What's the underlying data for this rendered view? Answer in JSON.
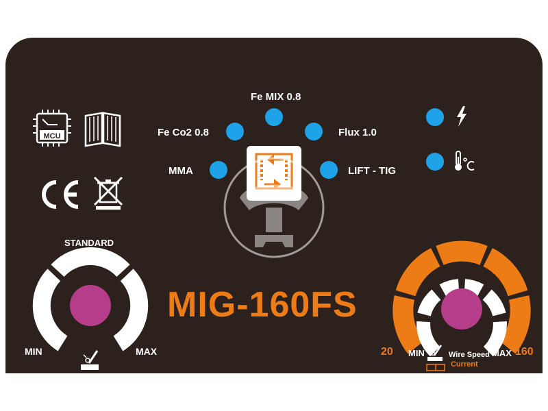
{
  "panel": {
    "model": "MIG-160FS",
    "modes": {
      "fe_mix": "Fe MIX 0.8",
      "fe_co2": "Fe Co2 0.8",
      "flux": "Flux 1.0",
      "mma": "MMA",
      "lift_tig": "LIFT - TIG"
    },
    "mcu_label": "MCU",
    "left_knob": {
      "top_label": "STANDARD",
      "min_label": "MIN",
      "max_label": "MAX"
    },
    "right_knob": {
      "min_value": "20",
      "max_value": "160",
      "min_label": "MIN",
      "max_label": "MAX",
      "wire_speed_label": "Wire Speed",
      "current_label": "Current"
    },
    "colors": {
      "panel": "#2d211d",
      "led": "#1fa3e8",
      "accent": "#ee7c16",
      "knob": "#b63d8a"
    }
  }
}
